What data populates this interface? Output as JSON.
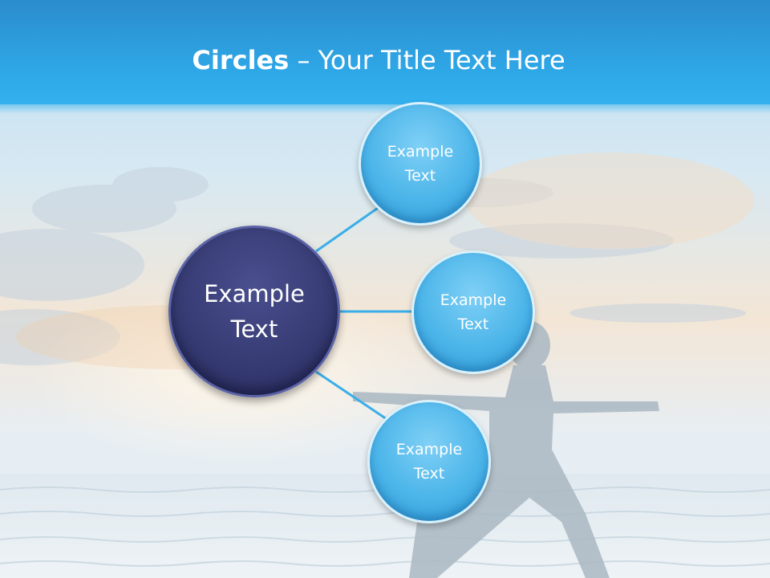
{
  "title": {
    "bold_part": "Circles",
    "rest_part": " – Your Title Text Here"
  },
  "diagram": {
    "center": {
      "label": "Example Text"
    },
    "satellites": [
      {
        "label": "Example Text"
      },
      {
        "label": "Example Text"
      },
      {
        "label": "Example Text"
      }
    ]
  },
  "colors": {
    "title_band": "#2ea6e6",
    "center_circle": "#353a72",
    "satellite_circle": "#4cb5e9",
    "connector": "#3aaee8"
  }
}
